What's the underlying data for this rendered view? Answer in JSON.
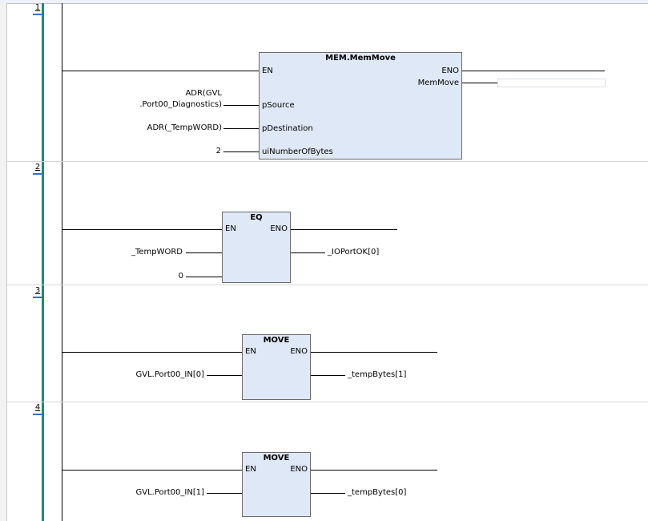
{
  "rungs": [
    {
      "number": "1",
      "block": {
        "title": "MEM.MemMove",
        "pins_in": [
          "EN",
          "pSource",
          "pDestination",
          "uiNumberOfBytes"
        ],
        "pins_out": [
          "ENO",
          "MemMove"
        ]
      },
      "inputs": [
        "ADR(GVL",
        ".Port00_Diagnostics)",
        "ADR(_TempWORD)",
        "2"
      ],
      "outputs": []
    },
    {
      "number": "2",
      "block": {
        "title": "EQ",
        "pins_in": [
          "EN"
        ],
        "pins_out": [
          "ENO"
        ]
      },
      "inputs": [
        "_TempWORD",
        "0"
      ],
      "outputs": [
        "_IOPortOK[0]"
      ]
    },
    {
      "number": "3",
      "block": {
        "title": "MOVE",
        "pins_in": [
          "EN"
        ],
        "pins_out": [
          "ENO"
        ]
      },
      "inputs": [
        "GVL.Port00_IN[0]"
      ],
      "outputs": [
        "_tempBytes[1]"
      ]
    },
    {
      "number": "4",
      "block": {
        "title": "MOVE",
        "pins_in": [
          "EN"
        ],
        "pins_out": [
          "ENO"
        ]
      },
      "inputs": [
        "GVL.Port00_IN[1]"
      ],
      "outputs": [
        "_tempBytes[0]"
      ]
    }
  ],
  "colors": {
    "rail": "#1c8a7a",
    "block_fill": "#dfe8f6",
    "rung_number": "#2f6fd6"
  }
}
